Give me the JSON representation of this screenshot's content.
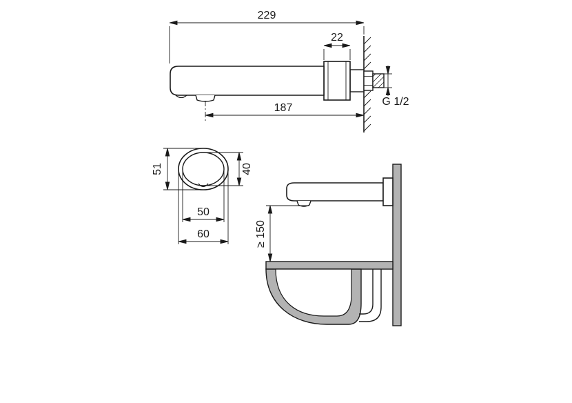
{
  "meta": {
    "title": "Wall-mounted spout dimensional drawing"
  },
  "colors": {
    "line": "#1a1a1a",
    "grey": "#b3b3b3",
    "white": "#ffffff"
  },
  "views": {
    "side": {
      "dims": {
        "total_length": "229",
        "flange_depth": "22",
        "projection": "187",
        "thread": "G 1/2"
      }
    },
    "front": {
      "dims": {
        "outer_height": "51",
        "inner_height": "40",
        "inner_width": "50",
        "outer_width": "60"
      }
    },
    "installation": {
      "dims": {
        "min_clearance": "≥ 150"
      }
    }
  }
}
